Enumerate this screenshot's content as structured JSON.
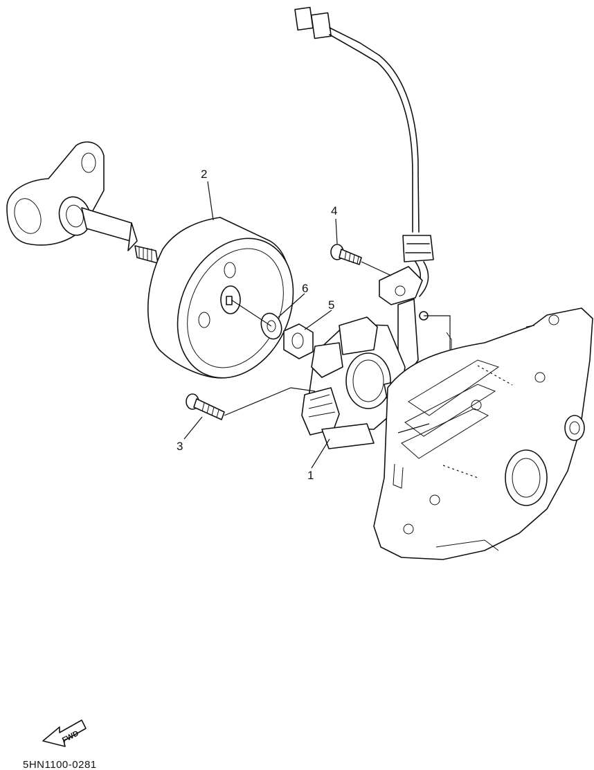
{
  "callouts": {
    "c1": "1",
    "c2": "2",
    "c3": "3",
    "c4": "4",
    "c5": "5",
    "c6": "6"
  },
  "fwd_label": "FWD",
  "diagram_code": "5HN1100-0281",
  "colors": {
    "ink": "#111111",
    "paper": "#ffffff"
  }
}
